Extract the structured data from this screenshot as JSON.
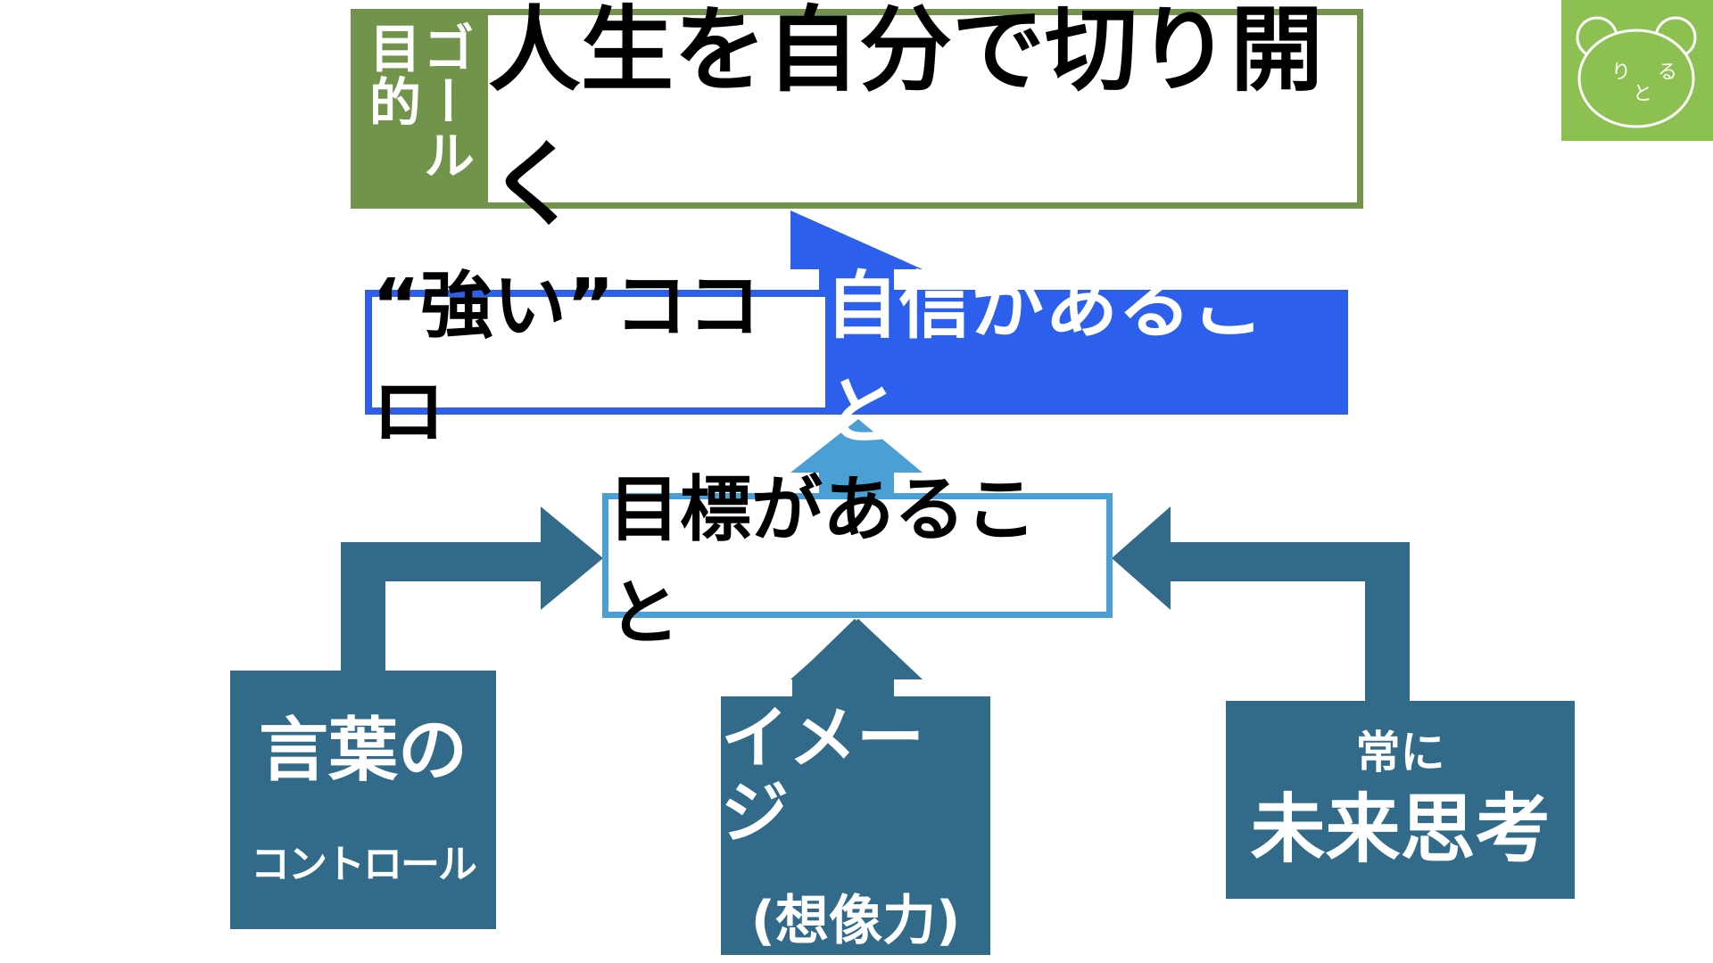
{
  "goal": {
    "label_col1": "ゴール",
    "label_col2": "目的",
    "text": "人生を自分で切り開く"
  },
  "confidence": {
    "left_text": "“強い”ココロ",
    "right_text": "自信があること"
  },
  "target": {
    "text": "目標があること"
  },
  "sources": {
    "words": {
      "line1": "言葉の",
      "line2": "コントロール"
    },
    "image": {
      "line1": "イメージ",
      "line2": "(想像力)"
    },
    "future": {
      "line1": "常に",
      "line2": "未来思考"
    }
  },
  "mascot": {
    "text_ri": "り",
    "text_ru": "る",
    "text_to": "と"
  },
  "colors": {
    "goal_green": "#71944a",
    "confidence_blue": "#2d5fed",
    "target_blue": "#4a9fd4",
    "source_teal": "#326b8a",
    "mascot_green": "#8cc152"
  }
}
